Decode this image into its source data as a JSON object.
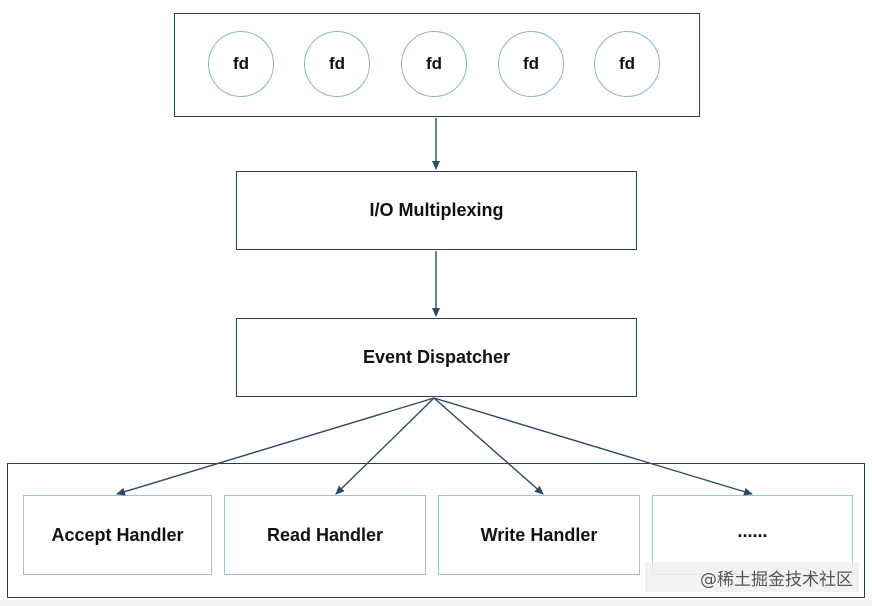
{
  "diagram": {
    "fd_nodes": [
      "fd",
      "fd",
      "fd",
      "fd",
      "fd"
    ],
    "multiplexing": "I/O Multiplexing",
    "dispatcher": "Event Dispatcher",
    "handlers": [
      "Accept Handler",
      "Read Handler",
      "Write Handler",
      "......"
    ]
  },
  "watermark": "@稀土掘金技术社区",
  "colors": {
    "border": "#2e3e52",
    "circle_border": "#8ab6c6",
    "handler_border": "#9cc3d6",
    "arrow": "#2e4a66"
  }
}
